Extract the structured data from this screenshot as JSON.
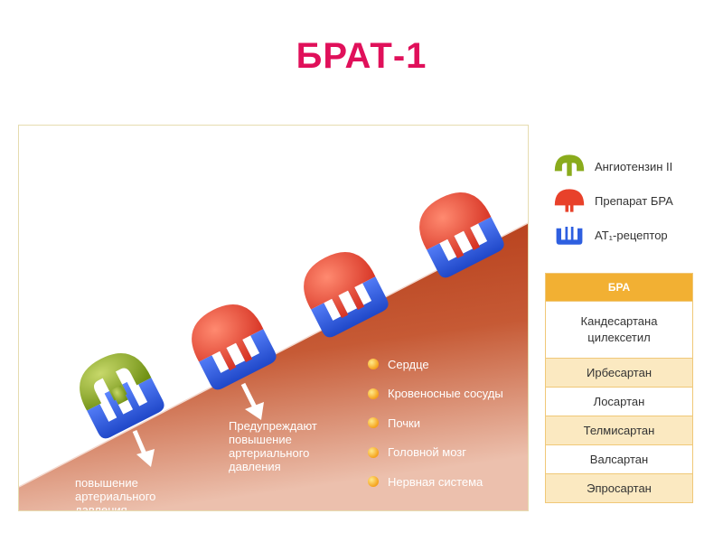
{
  "title": "БРАТ-1",
  "panel": {
    "label_left": [
      "повышение",
      "артериального",
      "давления"
    ],
    "label_middle": [
      "Предупреждают",
      "повышение",
      "артериального",
      "давления"
    ],
    "organs": [
      "Сердце",
      "Кровеносные сосуды",
      "Почки",
      "Головной мозг",
      "Нервная система"
    ]
  },
  "legend": {
    "angiotensin": "Ангиотензин II",
    "drug": "Препарат БРА",
    "receptor": "AT₁-рецептор"
  },
  "ara_table": {
    "header": "БРА",
    "drugs": [
      "Кандесартана цилексетил",
      "Ирбесартан",
      "Лосартан",
      "Телмисартан",
      "Валсартан",
      "Эпросартан"
    ]
  },
  "colors": {
    "title": "#e0105a",
    "slope_dark": "#b0330f",
    "slope_light": "#d98060",
    "angiotensin": "#8aab1c",
    "drug": "#e8412a",
    "receptor": "#2e5fe0",
    "table_header": "#f2b033"
  }
}
